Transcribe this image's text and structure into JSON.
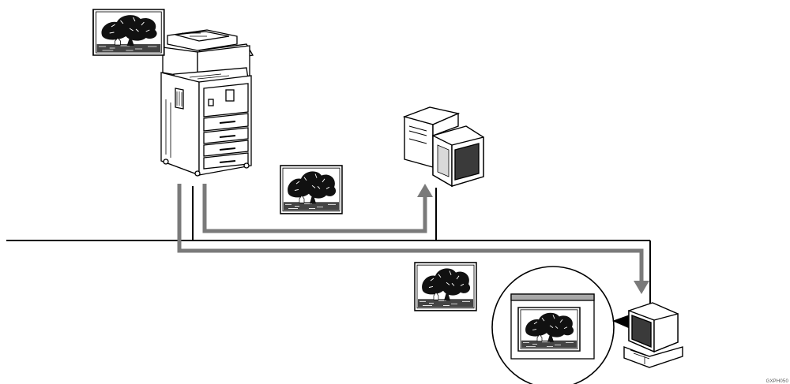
{
  "figure": {
    "reference_code": "GXPH050",
    "colors": {
      "line": "#000000",
      "arrow": "#7a7a7a",
      "device_fill": "#ffffff",
      "device_shade": "#d9d9d9",
      "screen": "#3a3a3a",
      "window_bar": "#a8a8a8"
    },
    "items": [
      {
        "role": "copier",
        "icon": "multifunction-copier-icon"
      },
      {
        "role": "server",
        "icon": "server-computer-icon"
      },
      {
        "role": "client",
        "icon": "client-computer-icon"
      },
      {
        "role": "network",
        "icon": "network-line"
      },
      {
        "role": "image",
        "icon": "scanned-image-icon",
        "count": 3
      }
    ]
  }
}
